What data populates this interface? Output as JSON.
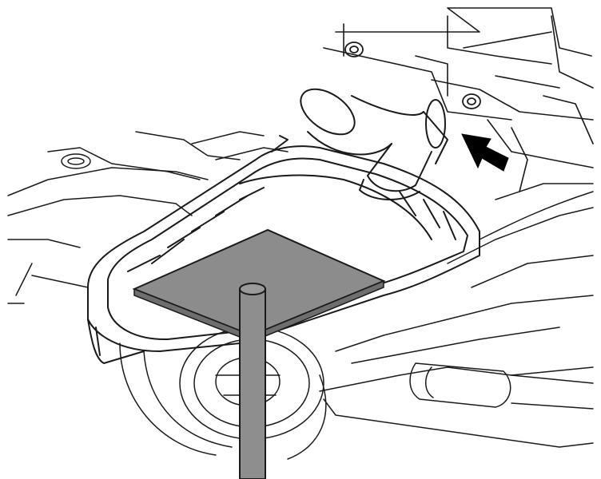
{
  "diagram": {
    "kind": "technical line illustration",
    "colors": {
      "line": "#1a1a1a",
      "background": "#ffffff",
      "plate_fill": "#8c8c8c",
      "jack_post": "#8e8e8e",
      "arrow_fill": "#000000"
    },
    "parts": [
      {
        "id": "transmission-oil-pan",
        "icon": "oil-pan-shape"
      },
      {
        "id": "support-plate",
        "icon": "plate-shape"
      },
      {
        "id": "jack-post",
        "icon": "post-shape"
      },
      {
        "id": "exhaust-pipe-elbow",
        "icon": "pipe-shape"
      },
      {
        "id": "mount-bolt-left",
        "icon": "bolt-shape"
      },
      {
        "id": "mount-bolt-right",
        "icon": "bolt-shape"
      },
      {
        "id": "tire",
        "icon": "wheel-shape"
      },
      {
        "id": "direction-arrow",
        "icon": "arrow-shape"
      }
    ]
  }
}
